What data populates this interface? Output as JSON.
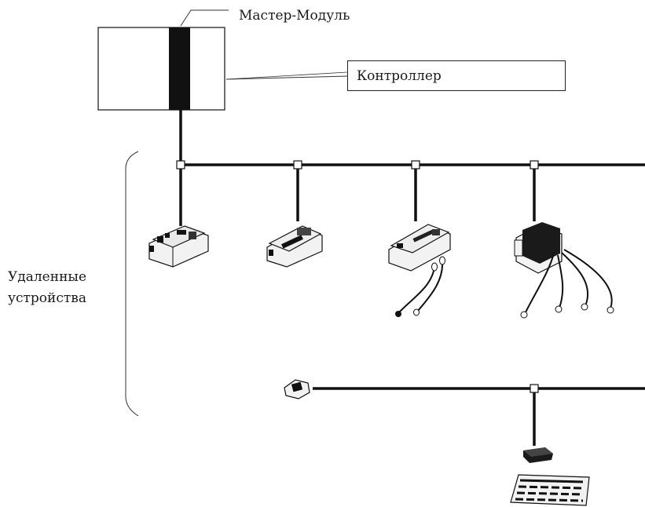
{
  "labels": {
    "master_module": "Мастер-Модуль",
    "controller": "Контроллер",
    "remote_devices_line1": "Удаленные",
    "remote_devices_line2": "устройства"
  },
  "colors": {
    "line": "#111111",
    "device_light": "#f2f2f2",
    "device_dark": "#1a1a1a"
  },
  "icons": [
    "controller-unit",
    "io-module-1",
    "io-module-2",
    "io-module-3",
    "io-hub-module",
    "small-sensor",
    "terminal-device",
    "keypad-device"
  ]
}
